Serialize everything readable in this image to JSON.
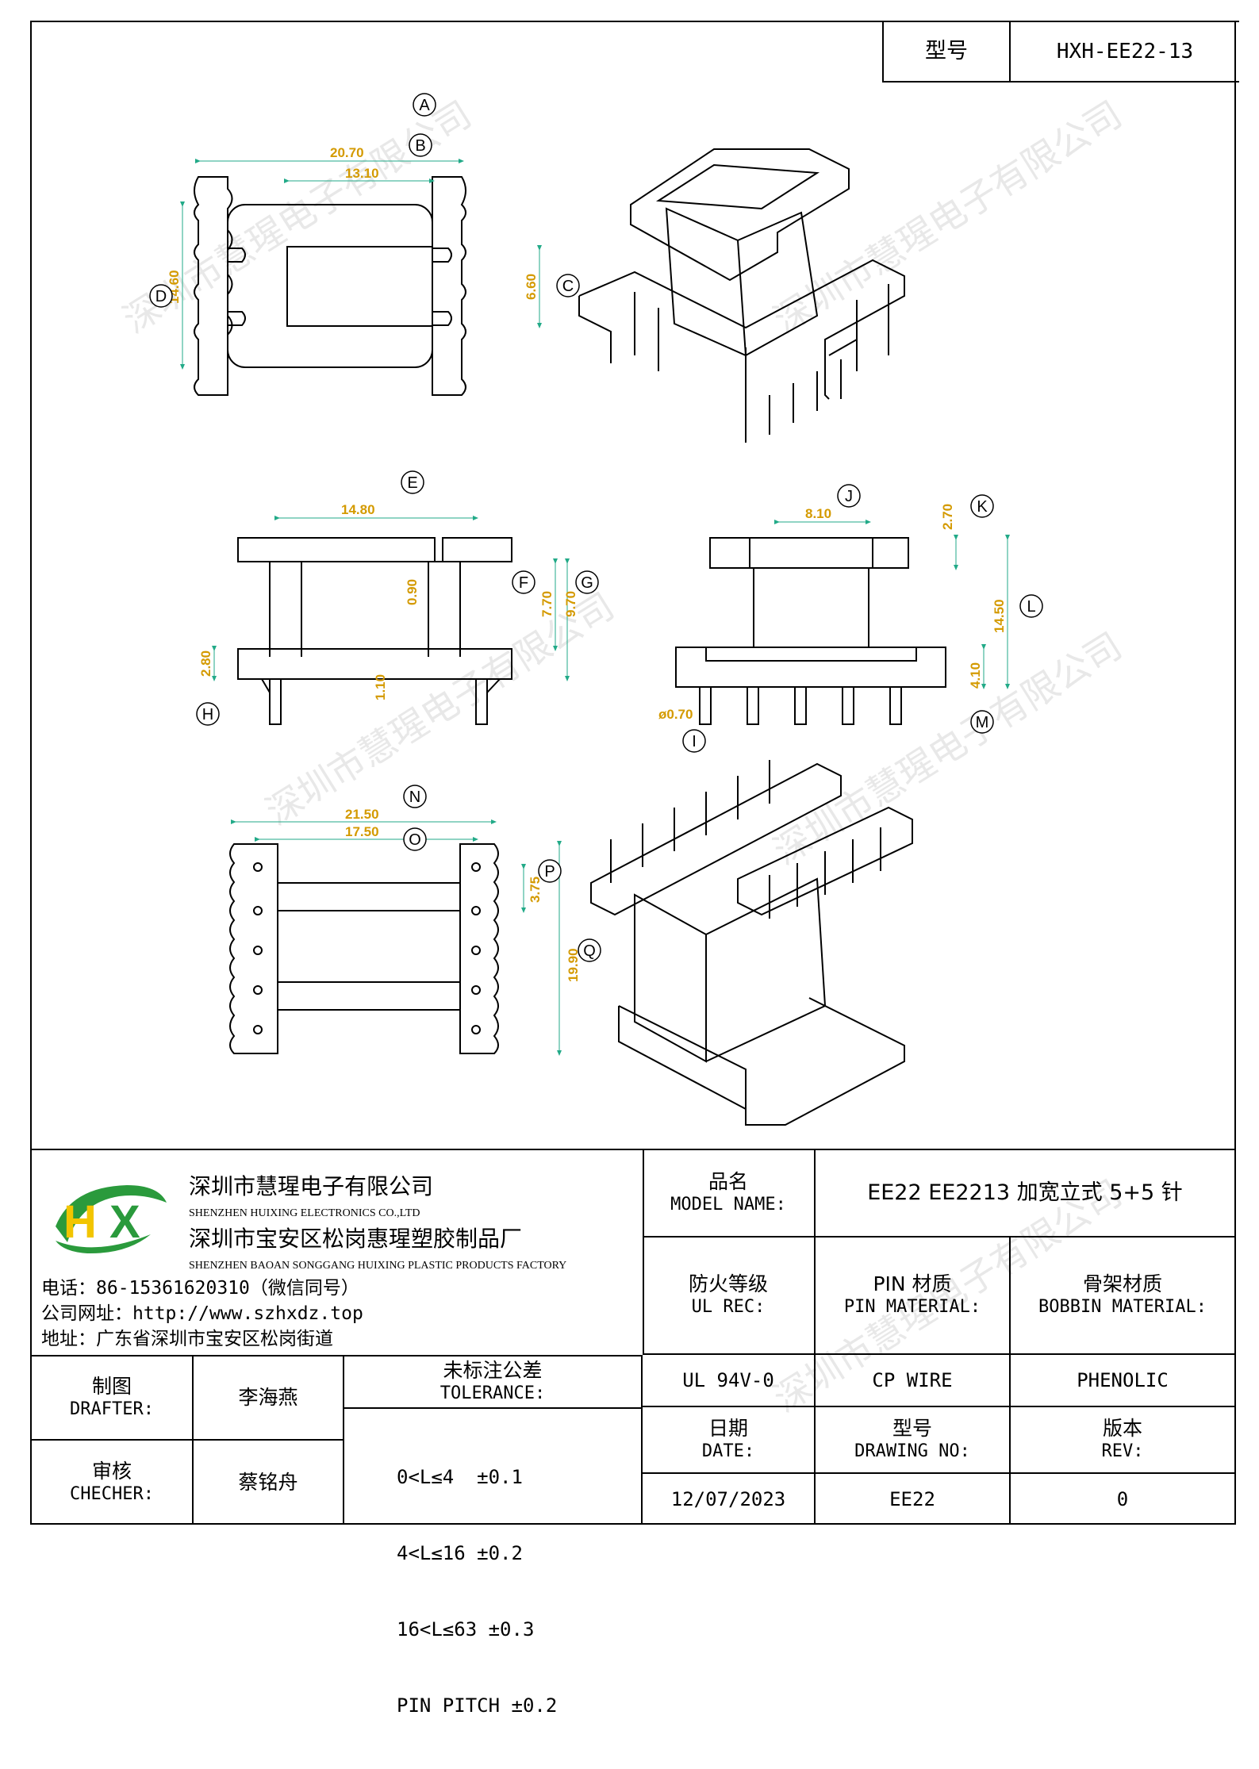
{
  "header": {
    "model_label": "型号",
    "model_value": "HXH-EE22-13"
  },
  "drawing": {
    "view1": {
      "A": "A",
      "B": "B",
      "C": "C",
      "D": "D",
      "dim_a": "20.70",
      "dim_b": "13.10",
      "dim_c": "6.60",
      "dim_d": "14.60"
    },
    "view2": {
      "E": "E",
      "F": "F",
      "G": "G",
      "H": "H",
      "dim_e": "14.80",
      "dim_f": "0.90",
      "dim_g1": "7.70",
      "dim_g2": "9.70",
      "dim_h": "2.80",
      "dim_h2": "1.10"
    },
    "view3": {
      "J": "J",
      "K": "K",
      "L": "L",
      "M": "M",
      "I": "I",
      "dim_j": "8.10",
      "dim_k": "2.70",
      "dim_l": "14.50",
      "dim_m": "4.10",
      "dim_i": "ø0.70"
    },
    "view4": {
      "N": "N",
      "O": "O",
      "P": "P",
      "Q": "Q",
      "dim_n": "21.50",
      "dim_o": "17.50",
      "dim_p": "3.75",
      "dim_q": "19.90"
    }
  },
  "watermark": "深圳市慧瑆电子有限公司",
  "company": {
    "name_cn": "深圳市慧瑆电子有限公司",
    "name_en": "SHENZHEN HUIXING ELECTRONICS CO.,LTD",
    "factory_cn": "深圳市宝安区松岗惠瑆塑胶制品厂",
    "factory_en": "SHENZHEN BAOAN SONGGANG HUIXING PLASTIC PRODUCTS FACTORY",
    "phone": "电话：86-15361620310（微信同号）",
    "website": "公司网址：http://www.szhxdz.top",
    "address": "地址：广东省深圳市宝安区松岗街道",
    "logo_text": "HX"
  },
  "title_block": {
    "product_label_cn": "品名",
    "product_label_en": "MODEL NAME:",
    "product_value": "EE22 EE2213 加宽立式 5+5 针",
    "fire_label_cn": "防火等级",
    "fire_label_en": "UL REC:",
    "pin_label_cn": "PIN 材质",
    "pin_label_en": "PIN MATERIAL:",
    "bobbin_label_cn": "骨架材质",
    "bobbin_label_en": "BOBBIN MATERIAL:",
    "fire_value": "UL 94V-0",
    "pin_value": "CP WIRE",
    "bobbin_value": "PHENOLIC",
    "drafter_label_cn": "制图",
    "drafter_label_en": "DRAFTER:",
    "drafter_value": "李海燕",
    "checker_label_cn": "审核",
    "checker_label_en": "CHECHER:",
    "checker_value": "蔡铭舟",
    "tolerance_label_cn": "未标注公差",
    "tolerance_label_en": "TOLERANCE:",
    "tolerance_rows": [
      "0<L≤4  ±0.1",
      "4<L≤16 ±0.2",
      "16<L≤63 ±0.3",
      "PIN PITCH ±0.2"
    ],
    "date_label_cn": "日期",
    "date_label_en": "DATE:",
    "drawing_no_label_cn": "型号",
    "drawing_no_label_en": "DRAWING NO:",
    "rev_label_cn": "版本",
    "rev_label_en": "REV:",
    "date_value": "12/07/2023",
    "drawing_no_value": "EE22",
    "rev_value": "0"
  }
}
